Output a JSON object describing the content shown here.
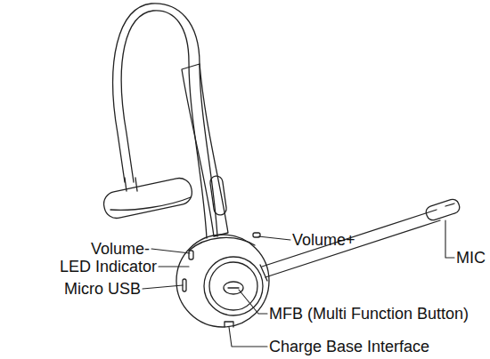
{
  "diagram": {
    "labels": [
      "Volume-",
      "LED Indicator",
      "Micro USB",
      "Volume+",
      "MIC",
      "MFB (Multi Function Button)",
      "Charge Base Interface"
    ]
  }
}
